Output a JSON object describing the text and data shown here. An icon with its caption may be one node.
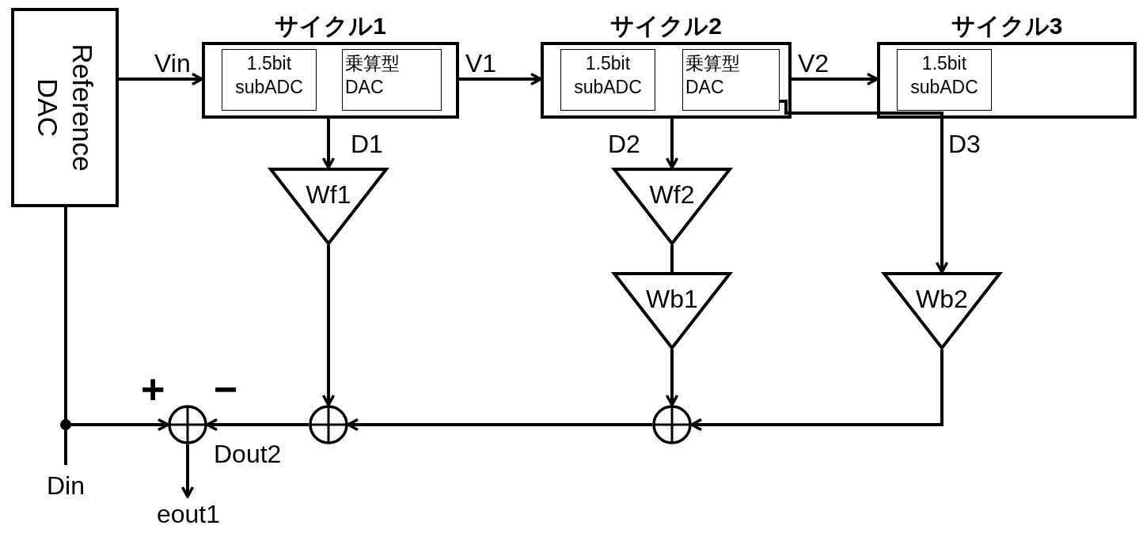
{
  "diagram": {
    "nodes": [
      {
        "text": [
          "Reference DAC"
        ]
      },
      {
        "text": [
          "サイクル1"
        ]
      },
      {
        "text": [
          "1.5bit subADC"
        ],
        "in": 1
      },
      {
        "text": [
          "乗算型 DAC"
        ],
        "in": 1
      },
      {
        "text": [
          "サイクル2"
        ]
      },
      {
        "text": [
          "1.5bit subADC"
        ],
        "in": 4
      },
      {
        "text": [
          "乗算型 DAC"
        ],
        "in": 4
      },
      {
        "text": [
          "サイクル3"
        ]
      },
      {
        "text": [
          "1.5bit subADC"
        ],
        "in": 7
      },
      {
        "text": [
          "Wf1"
        ]
      },
      {
        "text": [
          "Wf2"
        ]
      },
      {
        "text": [
          "Wb1"
        ]
      },
      {
        "text": [
          "Wb2"
        ]
      },
      {
        "text": [],
        "shape": "circle"
      },
      {
        "text": [],
        "shape": "circle"
      },
      {
        "text": [],
        "shape": "circle"
      },
      {
        "text": [
          "Din"
        ]
      },
      {
        "text": [
          "eout1"
        ]
      }
    ],
    "edges": [
      {
        "from": 16,
        "to": 0,
        "arrow": "none"
      },
      {
        "from": 16,
        "to": 13,
        "arrow": "to"
      },
      {
        "from": 0,
        "to": 1,
        "arrow": "to",
        "label": "Vin"
      },
      {
        "from": 1,
        "to": 4,
        "arrow": "to",
        "label": "V1"
      },
      {
        "from": 4,
        "to": 7,
        "arrow": "to",
        "label": "V2"
      },
      {
        "from": 1,
        "to": 9,
        "arrow": "to",
        "label": "D1"
      },
      {
        "from": 4,
        "to": 10,
        "arrow": "to",
        "label": "D2"
      },
      {
        "from": 6,
        "to": 12,
        "arrow": "to",
        "label": "D3"
      },
      {
        "from": 10,
        "to": 11,
        "arrow": "none"
      },
      {
        "from": 9,
        "to": 14,
        "arrow": "to"
      },
      {
        "from": 11,
        "to": 15,
        "arrow": "to"
      },
      {
        "from": 12,
        "to": 15,
        "arrow": "to"
      },
      {
        "from": 15,
        "to": 14,
        "arrow": "to"
      },
      {
        "from": 14,
        "to": 13,
        "arrow": "to",
        "label": "Dout2"
      },
      {
        "from": 13,
        "to": 17,
        "arrow": "to"
      }
    ],
    "labels": [
      "+",
      "−"
    ]
  }
}
